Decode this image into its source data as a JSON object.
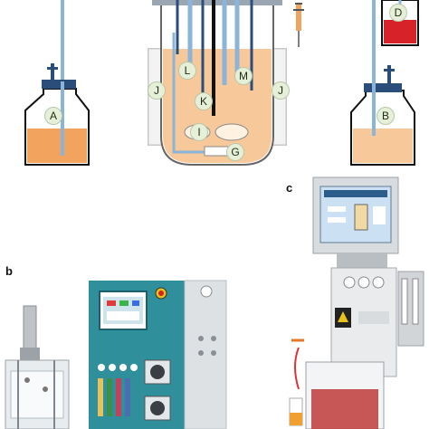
{
  "schematic": {
    "labels": {
      "a": "A",
      "b": "B",
      "d": "D",
      "g": "G",
      "i": "I",
      "j_left": "J",
      "j_right": "J",
      "k": "K",
      "l": "L",
      "m": "M"
    }
  },
  "panels": {
    "b": "b",
    "c": "c"
  },
  "colors": {
    "broth": "#f2a45f",
    "broth_light": "#f7c89a",
    "vessel_fill": "#fbe2c8",
    "acid_red": "#d8222a",
    "tube_blue": "#8ab4d8",
    "probe_dark": "#2b4d7a",
    "jacket_gray": "#c8c8c8",
    "teal_panel": "#2f8f9a"
  }
}
